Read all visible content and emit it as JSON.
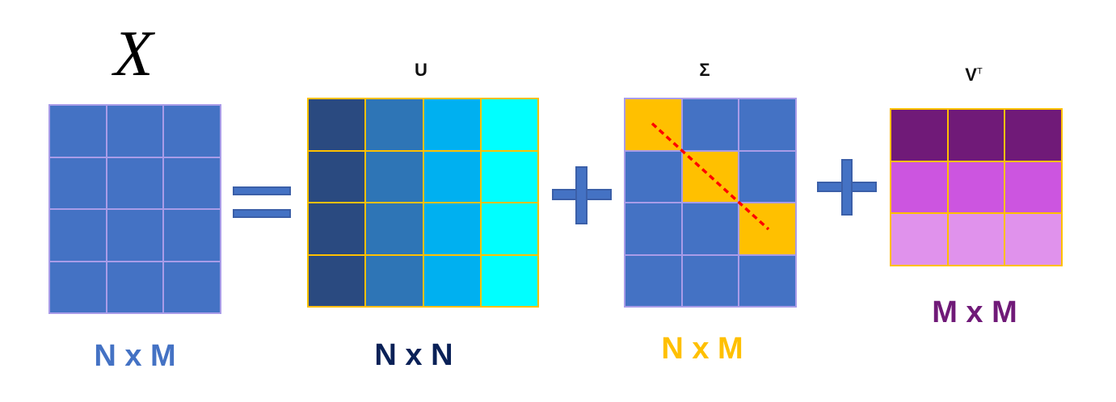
{
  "matrices": [
    {
      "id": "x",
      "title": "X",
      "dimension": "N x M",
      "dimension_color": "#4472C4",
      "rows": 4,
      "cols": 3,
      "border_color": "#A99CE8",
      "cell_colors": [
        [
          "#4472C4",
          "#4472C4",
          "#4472C4"
        ],
        [
          "#4472C4",
          "#4472C4",
          "#4472C4"
        ],
        [
          "#4472C4",
          "#4472C4",
          "#4472C4"
        ],
        [
          "#4472C4",
          "#4472C4",
          "#4472C4"
        ]
      ]
    },
    {
      "id": "u",
      "title": "U",
      "dimension": "N x N",
      "dimension_color": "#0A2157",
      "rows": 4,
      "cols": 4,
      "border_color": "#FFC000",
      "cell_colors": [
        [
          "#2A4A80",
          "#2E75B6",
          "#00B0F0",
          "#00FFFF"
        ],
        [
          "#2A4A80",
          "#2E75B6",
          "#00B0F0",
          "#00FFFF"
        ],
        [
          "#2A4A80",
          "#2E75B6",
          "#00B0F0",
          "#00FFFF"
        ],
        [
          "#2A4A80",
          "#2E75B6",
          "#00B0F0",
          "#00FFFF"
        ]
      ]
    },
    {
      "id": "sigma",
      "title": "Σ",
      "dimension": "N x M",
      "dimension_color": "#FFC000",
      "rows": 4,
      "cols": 3,
      "border_color": "#A99CE8",
      "diagonal_line_color": "#FF0000",
      "cell_colors": [
        [
          "#FFC000",
          "#4472C4",
          "#4472C4"
        ],
        [
          "#4472C4",
          "#FFC000",
          "#4472C4"
        ],
        [
          "#4472C4",
          "#4472C4",
          "#FFC000"
        ],
        [
          "#4472C4",
          "#4472C4",
          "#4472C4"
        ]
      ]
    },
    {
      "id": "vt",
      "title": "V",
      "title_superscript": "T",
      "dimension": "M x M",
      "dimension_color": "#701A78",
      "rows": 3,
      "cols": 3,
      "border_color": "#FFC000",
      "cell_colors": [
        [
          "#701A78",
          "#701A78",
          "#701A78"
        ],
        [
          "#CC55E0",
          "#CC55E0",
          "#CC55E0"
        ],
        [
          "#E092EC",
          "#E092EC",
          "#E092EC"
        ]
      ]
    }
  ],
  "operators": [
    "equals",
    "plus",
    "plus"
  ],
  "operator_color": "#4472C4"
}
